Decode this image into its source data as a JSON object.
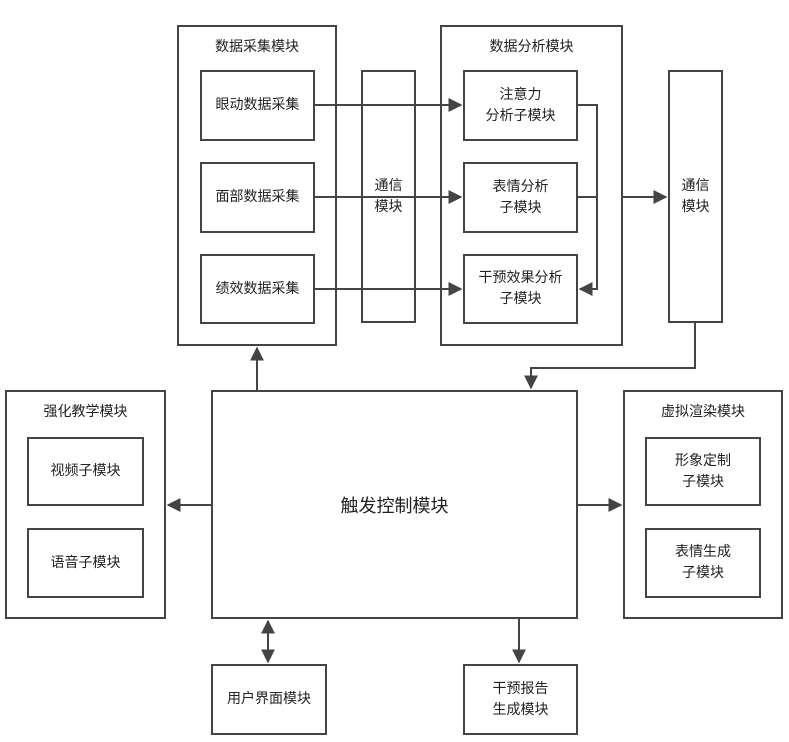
{
  "data_collection": {
    "title": "数据采集模块",
    "items": [
      "眼动数据采集",
      "面部数据采集",
      "绩效数据采集"
    ]
  },
  "comm1": {
    "label": "通信\n模块"
  },
  "data_analysis": {
    "title": "数据分析模块",
    "items": [
      "注意力\n分析子模块",
      "表情分析\n子模块",
      "干预效果分析\n子模块"
    ]
  },
  "comm2": {
    "label": "通信\n模块"
  },
  "trigger": {
    "label": "触发控制模块"
  },
  "reinforcement": {
    "title": "强化教学模块",
    "items": [
      "视频子模块",
      "语音子模块"
    ]
  },
  "virtual_render": {
    "title": "虚拟渲染模块",
    "items": [
      "形象定制\n子模块",
      "表情生成\n子模块"
    ]
  },
  "user_interface": {
    "label": "用户界面模块"
  },
  "report": {
    "label": "干预报告\n生成模块"
  },
  "colors": {
    "line": "#444444",
    "text": "#222222",
    "background": "#ffffff"
  }
}
